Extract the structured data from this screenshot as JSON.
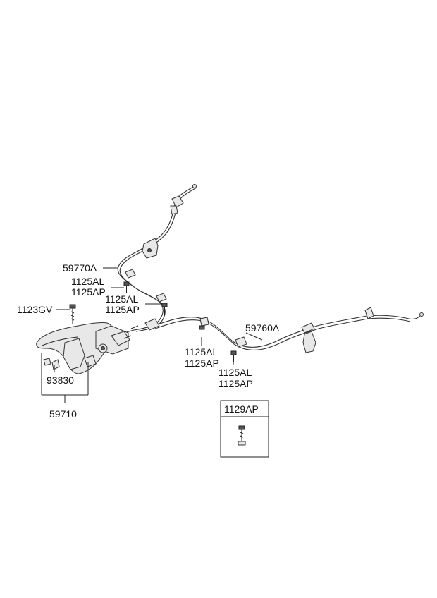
{
  "labels": {
    "cable_front": "59770A",
    "bolt_1_al": "1125AL",
    "bolt_1_ap": "1125AP",
    "bolt_2_al": "1125AL",
    "bolt_2_ap": "1125AP",
    "bolt_top": "1123GV",
    "cable_rear": "59760A",
    "bolt_3_al": "1125AL",
    "bolt_3_ap": "1125AP",
    "bolt_4_al": "1125AL",
    "bolt_4_ap": "1125AP",
    "clip": "93830",
    "lever_assembly": "59710",
    "box_part": "1129AP"
  }
}
